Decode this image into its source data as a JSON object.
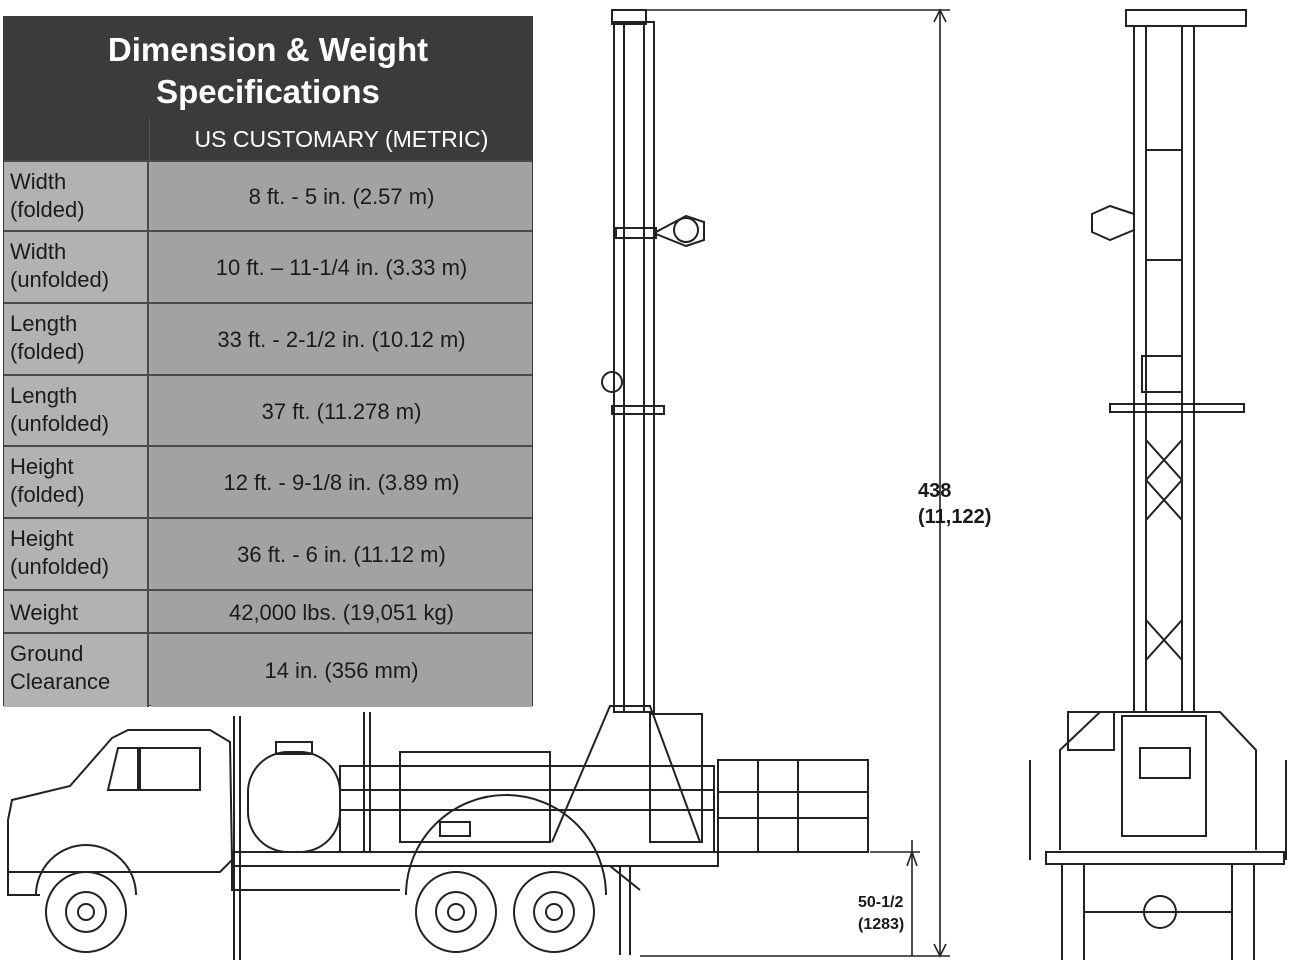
{
  "table": {
    "title_line1": "Dimension & Weight",
    "title_line2": "Specifications",
    "units_header": "US CUSTOMARY (METRIC)",
    "rows": [
      {
        "label": "Width\n(folded)",
        "value": "8 ft. - 5 in. (2.57 m)"
      },
      {
        "label": "Width\n(unfolded)",
        "value": "10 ft. – 11-1/4 in. (3.33 m)"
      },
      {
        "label": "Length\n(folded)",
        "value": "33 ft. - 2-1/2 in. (10.12 m)"
      },
      {
        "label": "Length\n(unfolded)",
        "value": "37 ft. (11.278 m)"
      },
      {
        "label": "Height\n(folded)",
        "value": "12 ft. - 9-1/8 in. (3.89 m)"
      },
      {
        "label": "Height\n(unfolded)",
        "value": "36 ft. - 6 in. (11.12 m)"
      },
      {
        "label": "Weight",
        "value": "42,000 lbs. (19,051 kg)"
      },
      {
        "label": "Ground\nClearance",
        "value": "14 in. (356 mm)"
      }
    ]
  },
  "dimensions": {
    "height_value": "438",
    "height_metric": "(11,122)",
    "ground_value": "50-1/2",
    "ground_metric": "(1283)"
  }
}
